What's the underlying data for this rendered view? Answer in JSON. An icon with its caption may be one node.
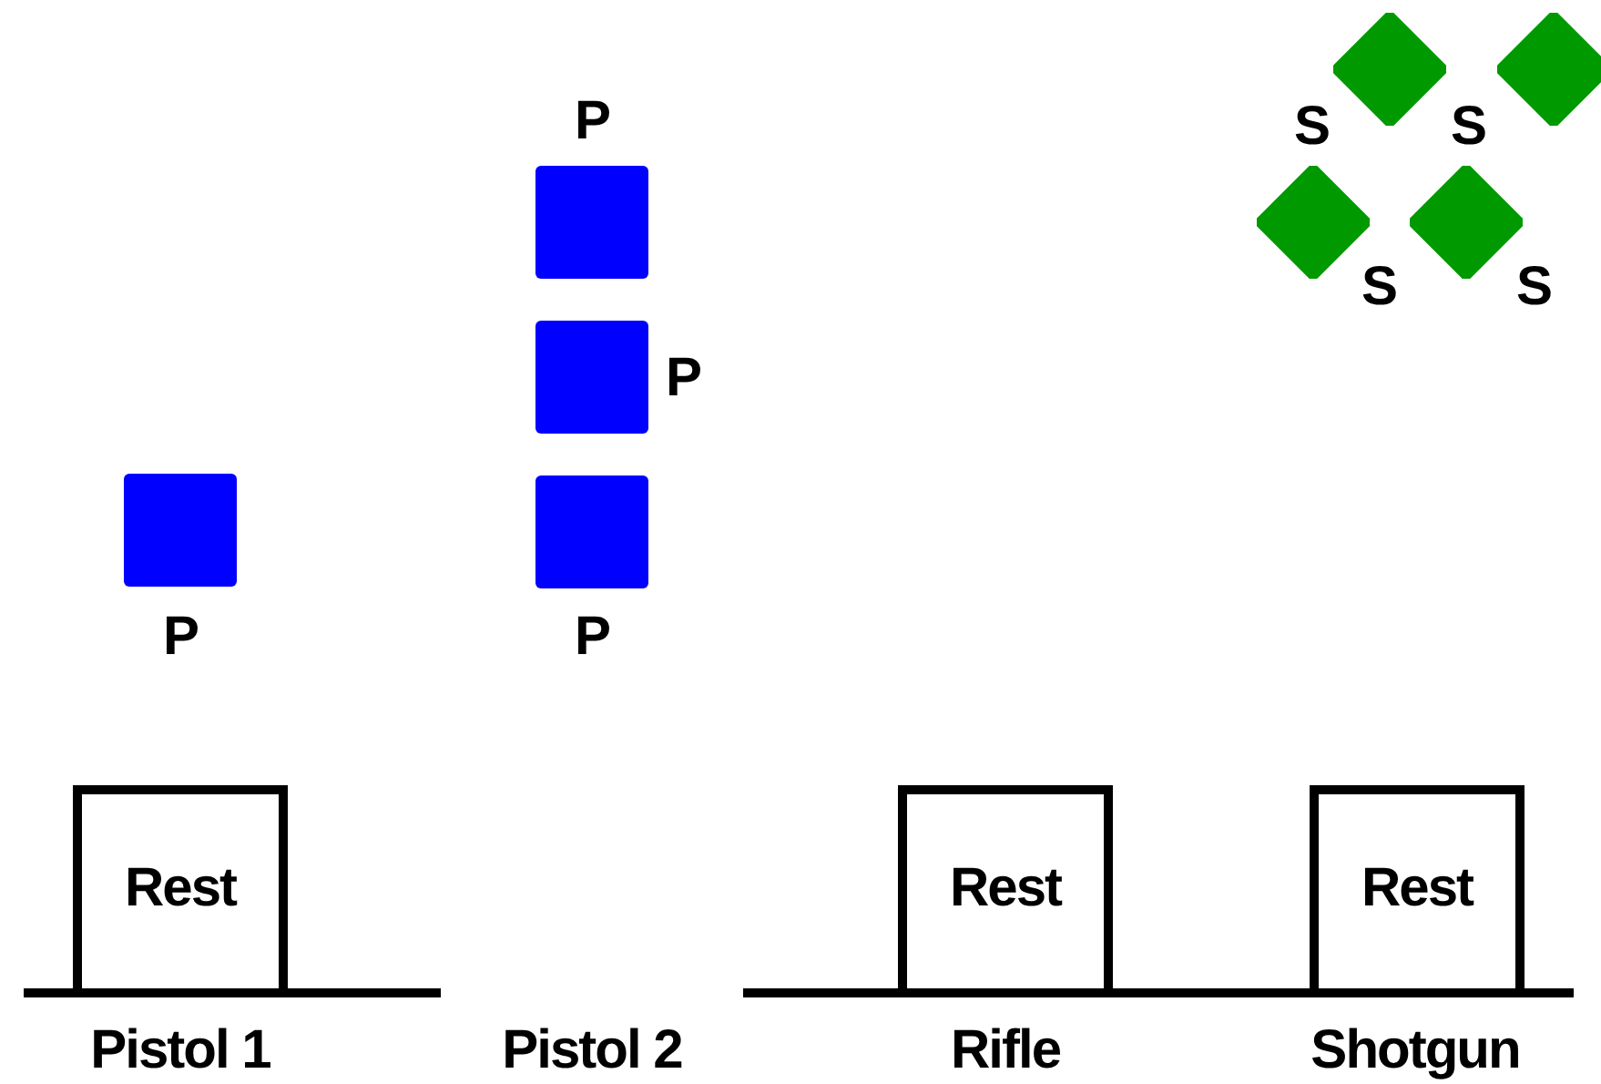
{
  "diagram": {
    "nodes": [
      {
        "text": [],
        "shape": "box",
        "beside": [
          "P"
        ]
      },
      {
        "text": [],
        "shape": "box",
        "beside": [
          "P"
        ]
      },
      {
        "text": [],
        "shape": "box",
        "beside": [
          "P"
        ]
      },
      {
        "text": [],
        "shape": "box",
        "beside": [
          "P"
        ]
      },
      {
        "text": [],
        "shape": "diamond",
        "beside": [
          "S"
        ]
      },
      {
        "text": [],
        "shape": "diamond",
        "beside": [
          "S"
        ]
      },
      {
        "text": [],
        "shape": "diamond",
        "beside": [
          "S"
        ]
      },
      {
        "text": [],
        "shape": "diamond",
        "beside": [
          "S"
        ]
      },
      {
        "text": [
          "Rest"
        ]
      },
      {
        "text": [
          "Rest"
        ]
      },
      {
        "text": [
          "Rest"
        ]
      }
    ],
    "labels": [
      "Pistol 1",
      "Pistol 2",
      "Rifle",
      "Shotgun"
    ]
  }
}
